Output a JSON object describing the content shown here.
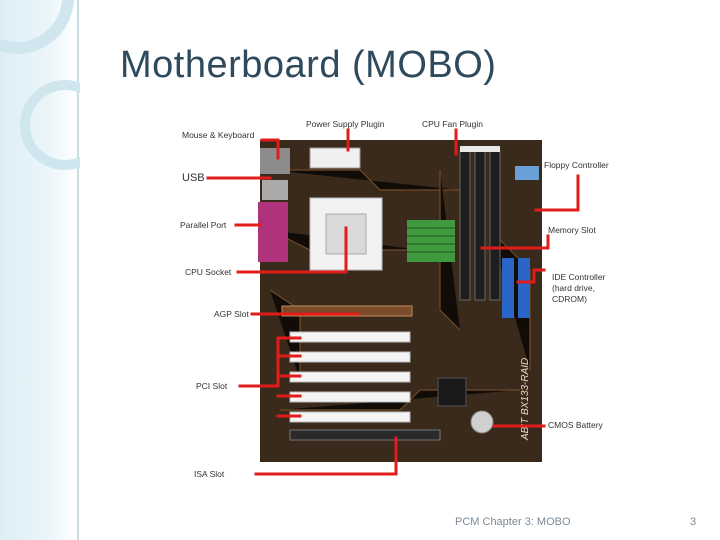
{
  "slide": {
    "title": "Motherboard (MOBO)",
    "footer": "PCM Chapter 3: MOBO",
    "page_number": "3"
  },
  "labels": {
    "mouse_keyboard": "Mouse & Keyboard",
    "usb": "USB",
    "parallel_port": "Parallel Port",
    "cpu_socket": "CPU Socket",
    "agp_slot": "AGP Slot",
    "pci_slot": "PCI Slot",
    "isa_slot": "ISA Slot",
    "power_supply_plugin": "Power Supply Plugin",
    "cpu_fan_plugin": "CPU Fan Plugin",
    "floppy_controller": "Floppy Controller",
    "memory_slot": "Memory Slot",
    "ide_controller_1": "IDE Controller",
    "ide_controller_2": "(hard drive,",
    "ide_controller_3": "CDROM)",
    "cmos_battery": "CMOS Battery",
    "board_print": "ABIT BX133-RAID"
  },
  "colors": {
    "arrow": "#e21b1b",
    "title": "#2e4a5c",
    "board": "#3a2a1c"
  }
}
